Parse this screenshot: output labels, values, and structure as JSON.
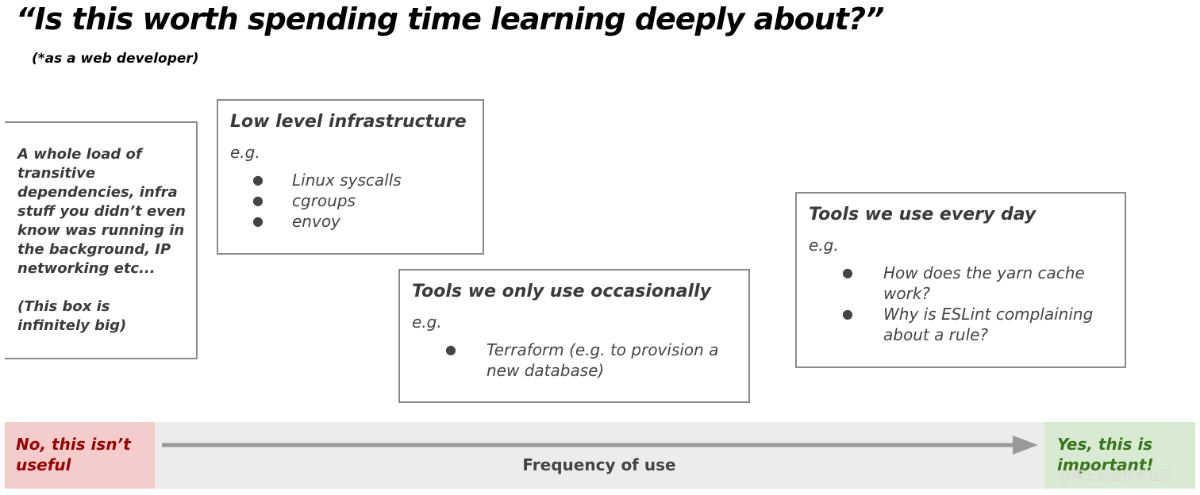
{
  "title": "“Is this worth spending time learning deeply about?”",
  "subtitle": "(*as a web developer)",
  "boxes": {
    "transitive": {
      "text": "A whole load of transitive dependencies, infra stuff you didn’t even know was running in the background, IP networking etc...",
      "note": "(This box is infinitely big)"
    },
    "low_level": {
      "heading": "Low level infrastructure",
      "eg": "e.g.",
      "items": [
        "Linux syscalls",
        "cgroups",
        "envoy"
      ]
    },
    "occasional": {
      "heading": "Tools we only use occasionally",
      "eg": "e.g.",
      "items": [
        "Terraform (e.g. to provision a new database)"
      ]
    },
    "everyday": {
      "heading": "Tools we use every day",
      "eg": "e.g.",
      "items": [
        "How does the yarn cache work?",
        "Why is ESLint complaining about a rule?"
      ]
    }
  },
  "axis": {
    "label": "Frequency of use",
    "left_end": "No, this isn’t useful",
    "right_end": "Yes, this is important!"
  },
  "bullet_glyph": "●",
  "watermark": "@稀土掘金技术社区",
  "colors": {
    "no_bg": "#f4cccc",
    "no_text": "#990000",
    "yes_bg": "#d9ead3",
    "yes_text": "#38761d",
    "axis_bg": "#ececec",
    "arrow": "#999999"
  }
}
